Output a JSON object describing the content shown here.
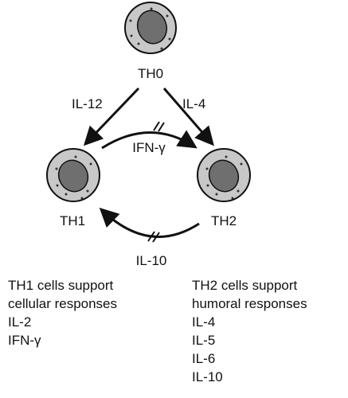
{
  "diagram": {
    "cells": {
      "th0": "TH0",
      "th1": "TH1",
      "th2": "TH2"
    },
    "arrows": {
      "th0_to_th1": "IL-12",
      "th0_to_th2": "IL-4",
      "th1_to_th2": "IFN-γ",
      "th2_to_th1": "IL-10"
    },
    "colors": {
      "cell_fill": "#c8c8c8",
      "nucleus_fill": "#6f6f6f",
      "line": "#111111"
    }
  },
  "text_blocks": {
    "th1": {
      "heading_line1": "TH1 cells support",
      "heading_line2": "cellular responses",
      "items": [
        "IL-2",
        "IFN-γ"
      ]
    },
    "th2": {
      "heading_line1": "TH2 cells support",
      "heading_line2": "humoral responses",
      "items": [
        "IL-4",
        "IL-5",
        "IL-6",
        "IL-10"
      ]
    }
  }
}
